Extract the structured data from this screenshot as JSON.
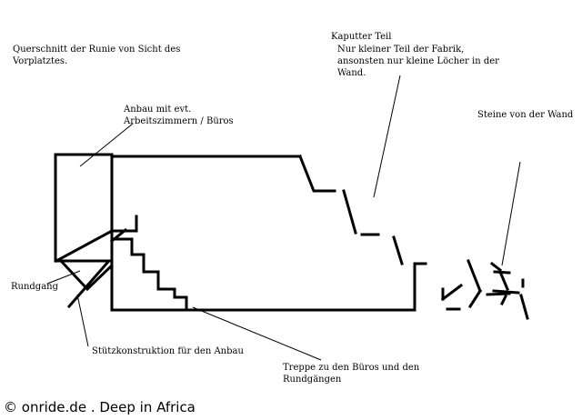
{
  "labels": {
    "title": "Querschnitt der Runie von Sicht des\nVorplatztes.",
    "kaputt_head": "Kaputter Teil",
    "kaputt_body": "Nur kleiner Teil der Fabrik,\nansonsten nur kleine Löcher in der\nWand.",
    "steine": "Steine von der Wand",
    "anbau": "Anbau mit evt.\nArbeitszimmern / Büros",
    "rundgang": "Rundgang",
    "stuetz": "Stützkonstruktion für den Anbau",
    "treppe": "Treppe zu den Büros und den\nRundgängen",
    "copyright": "© onride.de . Deep in Africa"
  }
}
